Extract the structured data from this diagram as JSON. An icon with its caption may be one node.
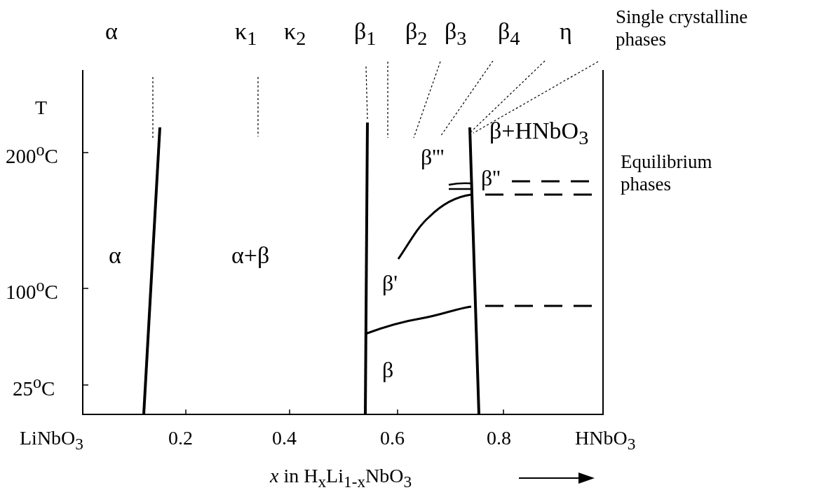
{
  "diagram": {
    "labels": [
      "Single crystalline phases",
      "α",
      "κ$_{1}$",
      "κ$_{2}$",
      "β$_{1}$",
      "β$_{2}$",
      "β$_{3}$",
      "β$_{4}$",
      "η",
      "T",
      "β+HNbO$_{3}$",
      "200$^{o}$C",
      "β'''",
      "β''",
      "Equilibrium phases",
      "α",
      "α+β",
      "100$^{o}$C",
      "β'",
      "β",
      "25$^{o}$C",
      "LiNbO$_{3}$",
      "0.2",
      "0.4",
      "0.6",
      "0.8",
      "HNbO$_{3}$",
      "*x* in H$_{x}$Li$_{1-x}$NbO$_{3}$"
    ]
  }
}
